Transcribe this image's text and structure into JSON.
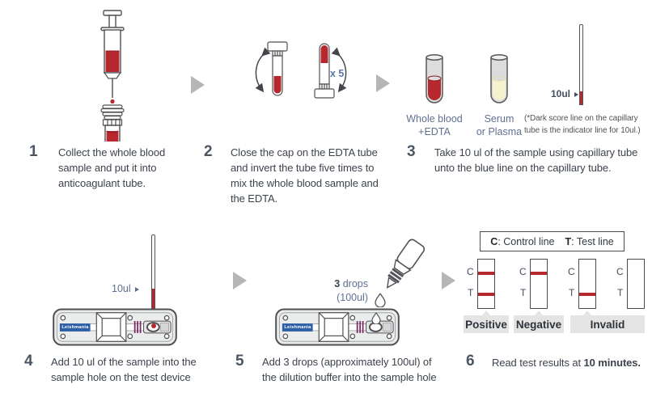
{
  "steps": [
    {
      "number": "1",
      "text": "Collect the whole blood\nsample and put it into\nanticoagulant tube."
    },
    {
      "number": "2",
      "text": "Close the cap on the EDTA tube\nand invert the tube five times to\nmix the whole blood sample and\nthe EDTA."
    },
    {
      "number": "3",
      "text": "Take 10 ul of the sample using capillary tube\nunto the blue line on the capillary tube."
    },
    {
      "number": "4",
      "text": "Add 10 ul of the sample into the\nsample hole on the test device"
    },
    {
      "number": "5",
      "text": "Add 3 drops (approximately 100ul) of\nthe dilution buffer into the sample hole"
    },
    {
      "number": "6",
      "text_prefix": "Read test results at ",
      "text_bold": "10 minutes."
    }
  ],
  "step2": {
    "repeat_label": "x 5"
  },
  "step3": {
    "tube1_label": "Whole blood\n+EDTA",
    "tube2_label": "Serum\nor Plasma",
    "volume_label": "10ul",
    "note": "(*Dark score line on the capillary\ntube is the indicator line for 10ul.)"
  },
  "step4": {
    "volume_label": "10ul",
    "device_brand": "Leishmania"
  },
  "step5": {
    "drops_bold": "3",
    "drops_rest": " drops",
    "drops_volume": "(100ul)",
    "device_brand": "Leishmania"
  },
  "step6": {
    "legend": {
      "c_key": "C",
      "c_desc": " : Control line",
      "t_key": "T",
      "t_desc": " : Test line"
    },
    "strip_row_labels": {
      "c": "C",
      "t": "T"
    },
    "strips": [
      {
        "name": "positive-strip",
        "c_line": true,
        "t_line": true
      },
      {
        "name": "negative-strip",
        "c_line": true,
        "t_line": false
      },
      {
        "name": "invalid-strip-1",
        "c_line": false,
        "t_line": true
      },
      {
        "name": "invalid-strip-2",
        "c_line": false,
        "t_line": false
      }
    ],
    "result_labels": [
      "Positive",
      "Negative",
      "Invalid"
    ]
  },
  "colors": {
    "accent_red": "#b7282e",
    "step_number": "#4c5563",
    "body_text": "#3d434d",
    "muted_blue": "#5878a8",
    "label_blue_gray": "#5e7191",
    "dark_label": "#434e63",
    "brand_blue": "#2e5fa6",
    "purple_coil": "#7b2a66",
    "serum_yellow": "#f5f2cf",
    "arrow_gray": "#b4b6b8",
    "result_label_bg": "#e4e4e5",
    "note_text": "#4f5356",
    "stroke_gray": "#54555a"
  }
}
